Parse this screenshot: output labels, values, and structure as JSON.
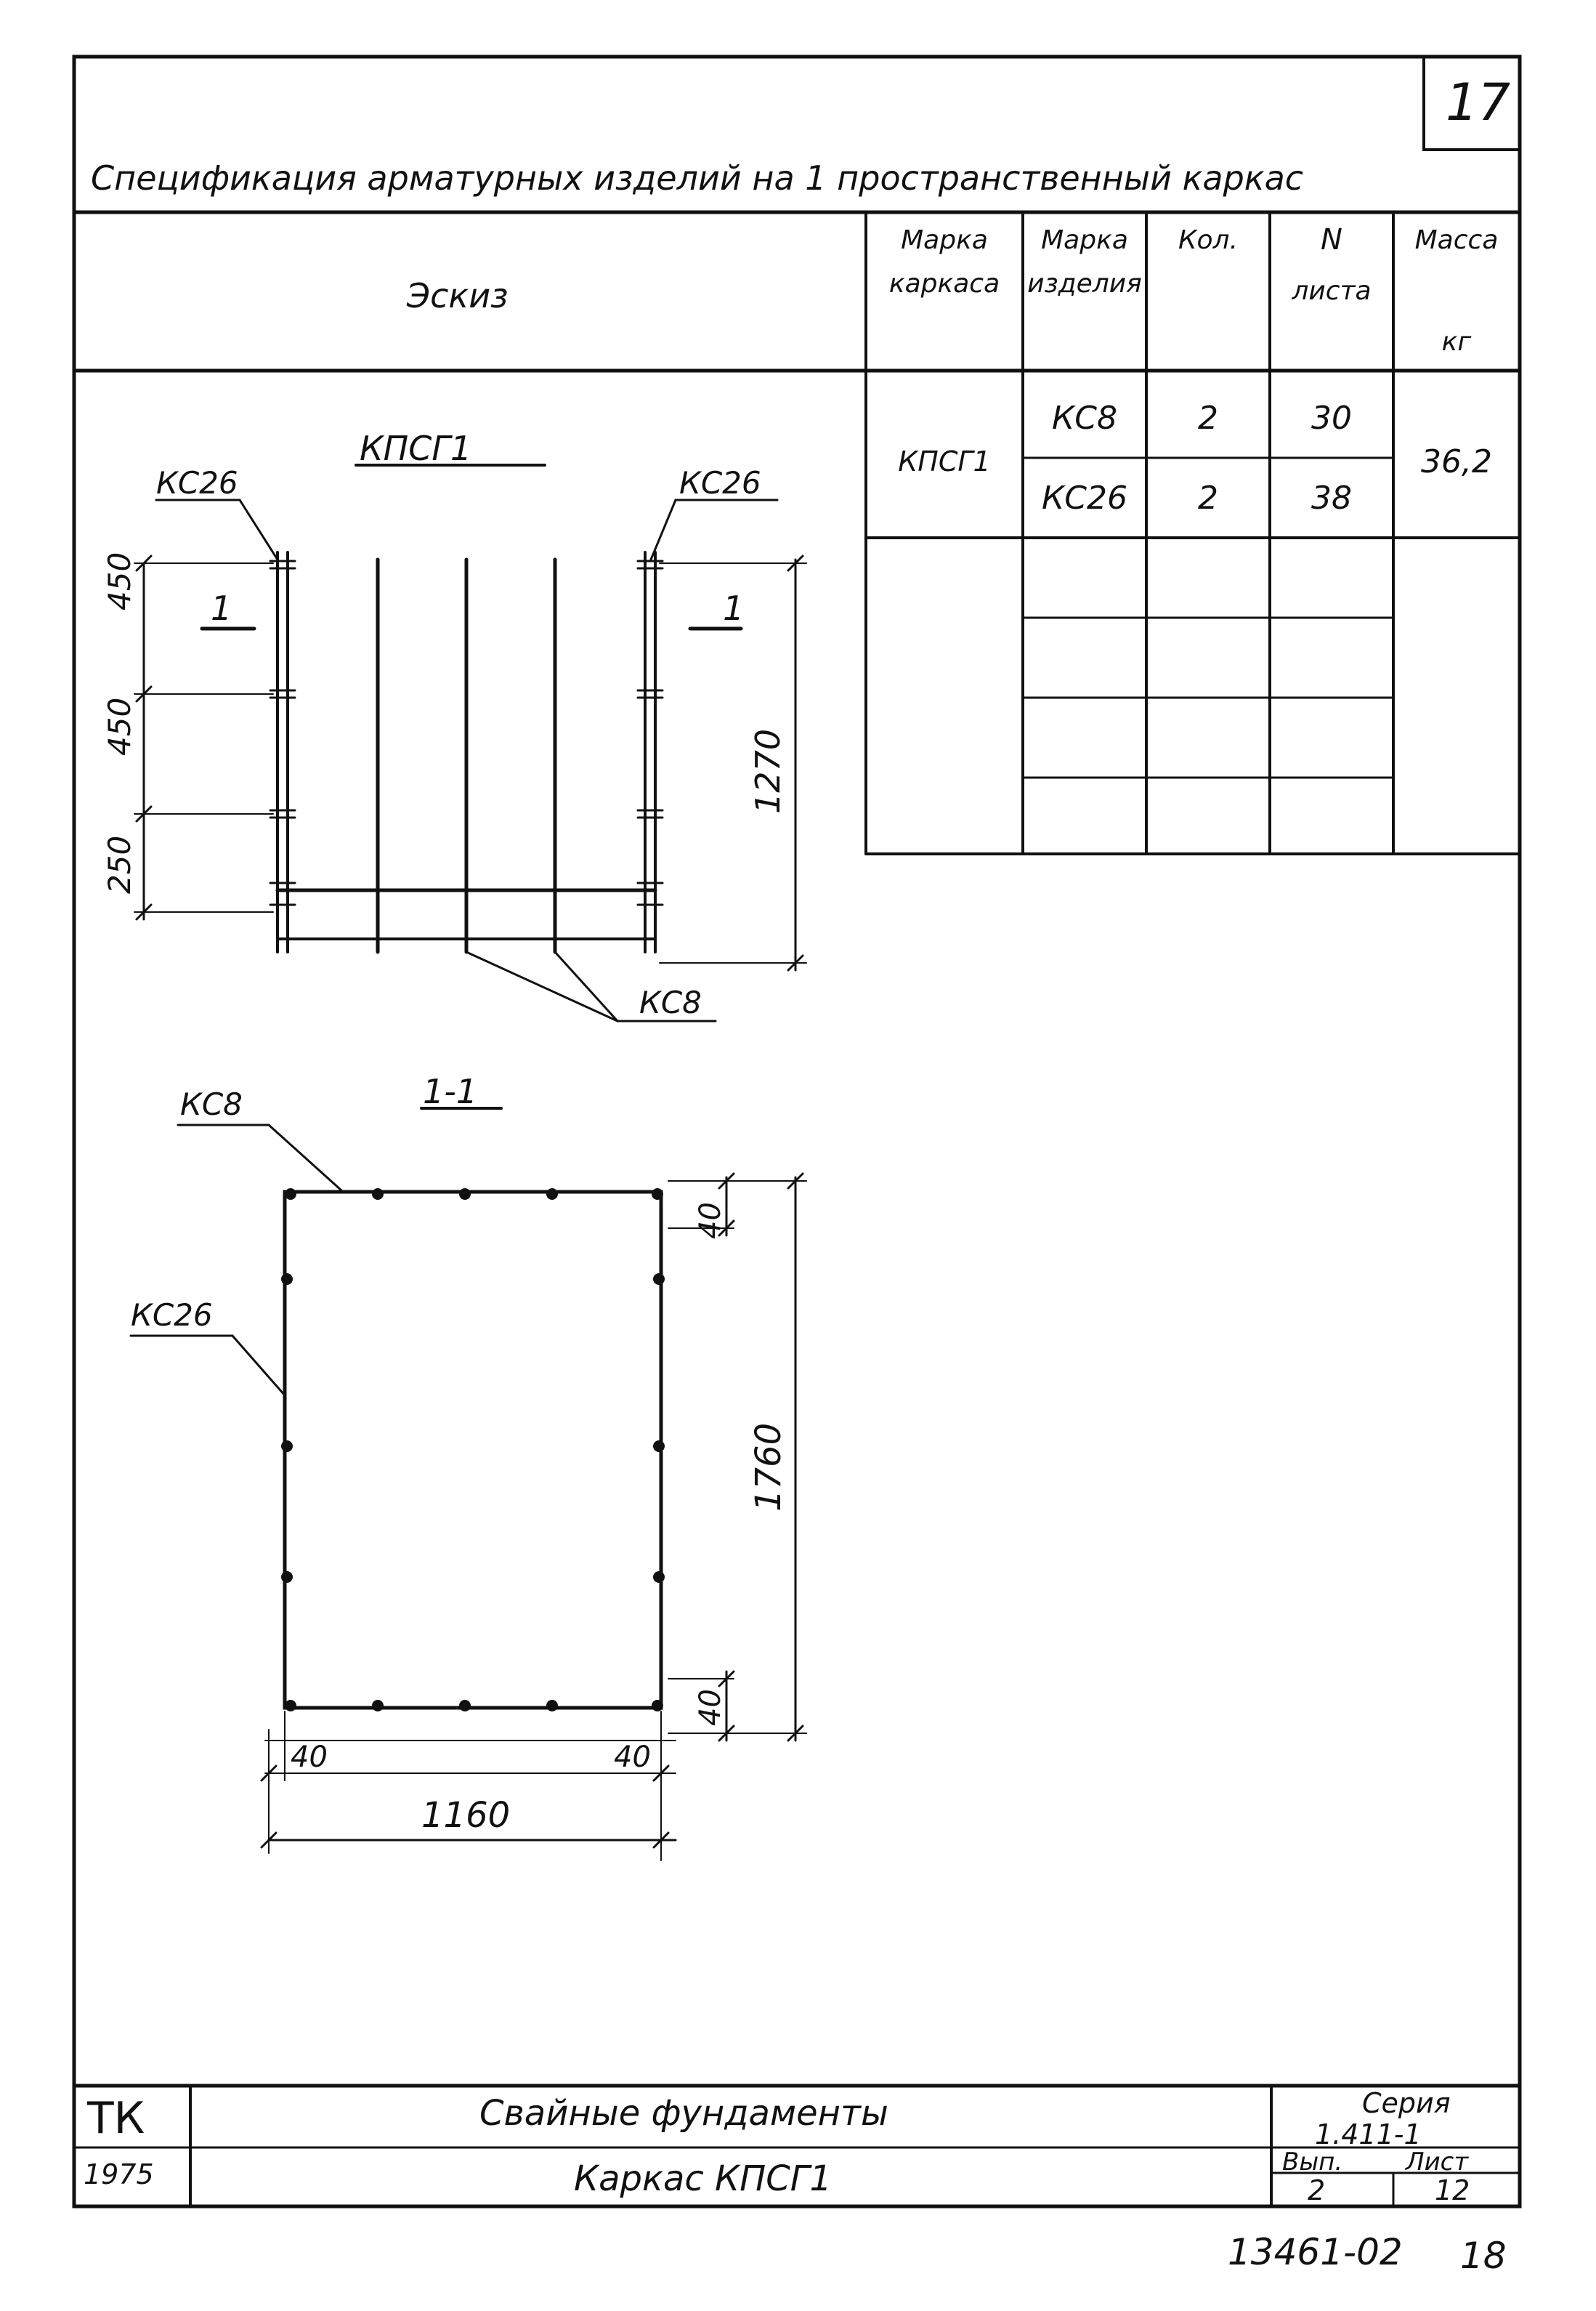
{
  "page_number": "17",
  "spec_title": "Спецификация арматурных изделий на 1 пространственный каркас",
  "table": {
    "headers": {
      "sketch": "Эскиз",
      "frame_mark_1": "Марка",
      "frame_mark_2": "каркаса",
      "item_mark_1": "Марка",
      "item_mark_2": "изделия",
      "qty": "Кол.",
      "sheet_no_1": "N",
      "sheet_no_2": "листа",
      "mass_1": "Масса",
      "mass_2": "кг"
    },
    "frame_mark": "КПСГ1",
    "rows": [
      {
        "item": "КС8",
        "qty": "2",
        "sheet": "30"
      },
      {
        "item": "КС26",
        "qty": "2",
        "sheet": "38"
      }
    ],
    "mass": "36,2"
  },
  "drawing": {
    "elevation_title": "КПСГ1",
    "label_ks26_left": "КС26",
    "label_ks26_right": "КС26",
    "label_ks8": "КС8",
    "section_mark_left": "1",
    "section_mark_right": "1",
    "dim_450_top": "450",
    "dim_450_mid": "450",
    "dim_250": "250",
    "dim_1270": "1270",
    "section_title": "1-1",
    "sec_label_ks8": "КС8",
    "sec_label_ks26": "КС26",
    "dim_40_top": "40",
    "dim_1760": "1760",
    "dim_40_bottom": "40",
    "dim_40_left": "40",
    "dim_40_right": "40",
    "dim_1160": "1160"
  },
  "title_block": {
    "org": "ТК",
    "year": "1975",
    "project": "Свайные фундаменты",
    "item_name": "Каркас КПСГ1",
    "series_label": "Серия",
    "series_value": "1.411-1",
    "issue_label": "Вып.",
    "issue_value": "2",
    "sheet_label": "Лист",
    "sheet_value": "12"
  },
  "stamp": "13461-02",
  "stamp_sheet": "18"
}
